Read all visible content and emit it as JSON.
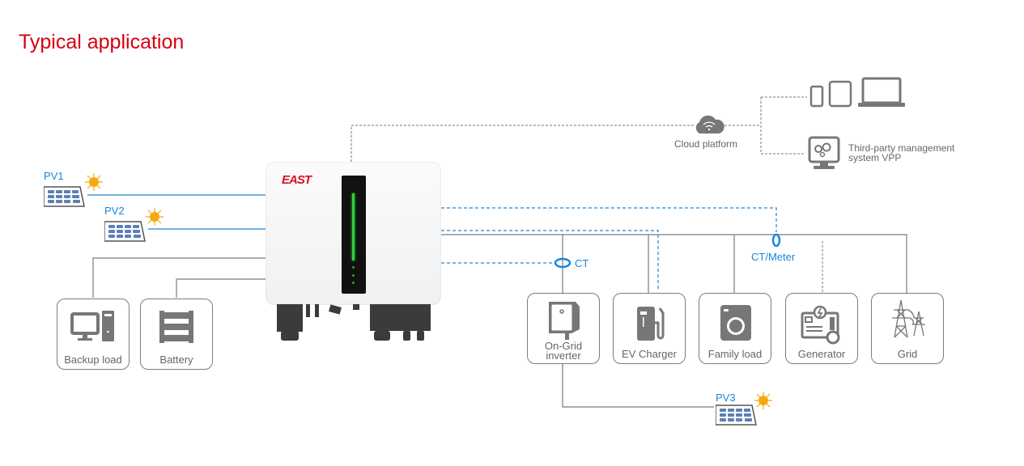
{
  "title": "Typical application",
  "pv": [
    {
      "label": "PV1"
    },
    {
      "label": "PV2"
    },
    {
      "label": "PV3"
    }
  ],
  "inverter": {
    "brand": "EAST"
  },
  "cloud": {
    "label": "Cloud platform"
  },
  "third_party": {
    "line1": "Third-party management",
    "line2": "system VPP"
  },
  "sensors": {
    "ct": "CT",
    "ct_meter": "CT/Meter"
  },
  "left_devices": [
    {
      "label": "Backup load",
      "icon": "computer-icon"
    },
    {
      "label": "Battery",
      "icon": "battery-icon"
    }
  ],
  "right_devices": [
    {
      "line1": "On-Grid",
      "line2": "inverter",
      "icon": "inverter-icon"
    },
    {
      "label": "EV Charger",
      "icon": "ev-charger-icon"
    },
    {
      "label": "Family load",
      "icon": "washing-machine-icon"
    },
    {
      "label": "Generator",
      "icon": "generator-icon"
    },
    {
      "label": "Grid",
      "icon": "power-tower-icon"
    }
  ],
  "colors": {
    "title": "#d7000f",
    "signal": "#1a86d8",
    "power": "#7a7a7a",
    "icon": "#777777"
  }
}
